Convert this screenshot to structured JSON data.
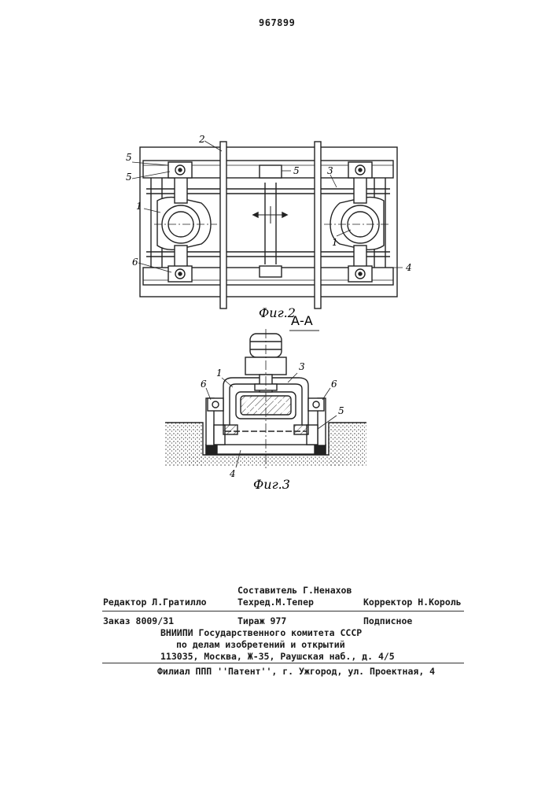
{
  "patent_number": "967899",
  "figure2": {
    "caption": "Фиг.2",
    "labels": {
      "n2": "2",
      "n3": "3",
      "n4": "4",
      "n5a": "5",
      "n5b": "5",
      "n5c": "5",
      "n1a": "1",
      "n1b": "1",
      "n6": "6"
    }
  },
  "section": "А-А",
  "figure3": {
    "caption": "Фиг.3",
    "labels": {
      "n1": "1",
      "n3": "3",
      "n4": "4",
      "n5": "5",
      "n6a": "6",
      "n6b": "6"
    }
  },
  "imprint": {
    "compiler": "Составитель Г.Ненахов",
    "editor": "Редактор Л.Гратилло",
    "techred": "Техред.М.Тепер",
    "corrector": "Корректор Н.Король",
    "order": "Заказ 8009/31",
    "circulation": "Тираж 977",
    "subscription": "Подписное",
    "org_line1": "ВНИИПИ Государственного комитета СССР",
    "org_line2": "по делам изобретений и открытий",
    "address": "113035, Москва, Ж-35, Раушская наб., д. 4/5",
    "branch": "Филиал ППП ''Патент'', г. Ужгород, ул. Проектная, 4"
  }
}
